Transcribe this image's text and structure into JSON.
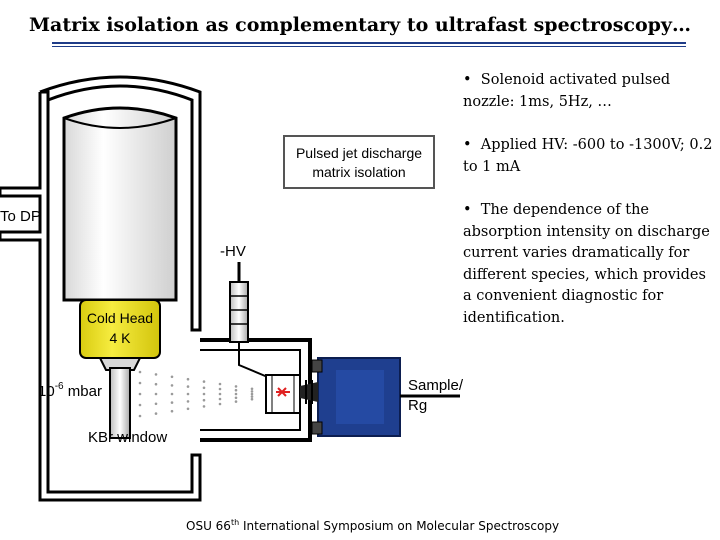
{
  "title": "Matrix isolation as complementary to ultrafast spectroscopy…",
  "bullets": [
    "Solenoid activated pulsed nozzle: 1ms, 5Hz, …",
    "Applied HV: -600 to -1300V; 0.2 to 1 mA",
    "The dependence of the absorption intensity on discharge current varies dramatically for different species, which provides a convenient diagnostic for identification."
  ],
  "bullet_marker": "•",
  "diagram": {
    "box_label_line1": "Pulsed jet discharge",
    "box_label_line2": "matrix isolation",
    "to_dp": "To DP",
    "hv": "-HV",
    "cold_head_line1": "Cold Head",
    "cold_head_line2": "4 K",
    "pressure_base": "10",
    "pressure_exp": "-6",
    "pressure_unit": " mbar",
    "window": "KBr window",
    "sample_line1": "Sample/",
    "sample_line2": "Rg"
  },
  "colors": {
    "cold_head": "#f2e61a",
    "flange": "#1f3f8f",
    "spark": "#e02020",
    "title_rule": "#1f3c88"
  },
  "footer": {
    "prefix": "OSU 66",
    "superscript": "th",
    "suffix": " International Symposium on Molecular Spectroscopy"
  }
}
